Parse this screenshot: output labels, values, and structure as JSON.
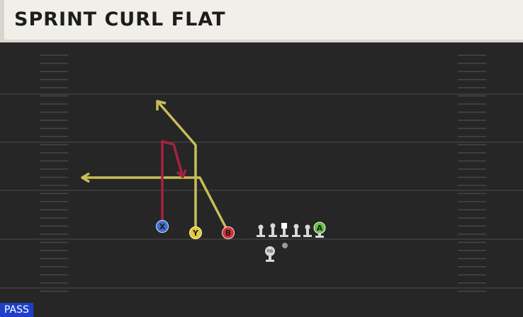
{
  "play": {
    "title": "SPRINT CURL FLAT",
    "type_badge": "PASS"
  },
  "colors": {
    "title_bg": "#f1efe9",
    "field_bg": "#252525",
    "yard_line": "#3a3a3a",
    "hash": "#4a4a4a",
    "route_gold": "#c8bd58",
    "route_red": "#a8213e",
    "badge_bg": "#1e40c8"
  },
  "receivers": [
    {
      "label": "X",
      "color": "#3f6fd1",
      "route_color": "#a8213e",
      "route": "post-curl"
    },
    {
      "label": "Y",
      "color": "#e3c93a",
      "route_color": "#c8bd58",
      "route": "corner"
    },
    {
      "label": "B",
      "color": "#d2323f",
      "route_color": "#c8bd58",
      "route": "flat"
    },
    {
      "label": "A",
      "color": "#62c24a",
      "route_color": "",
      "route": "block"
    }
  ],
  "backfield": {
    "rb_label": "RB"
  }
}
